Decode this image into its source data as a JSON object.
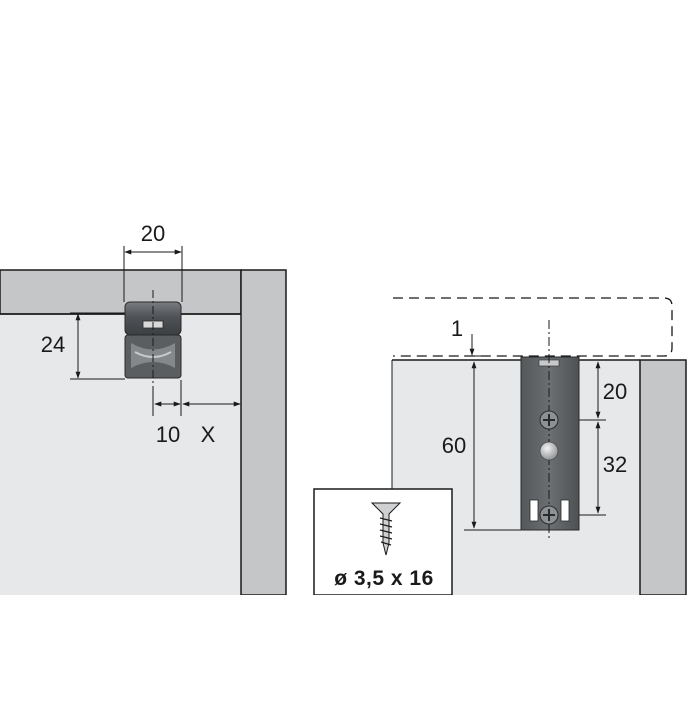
{
  "left_view": {
    "dim_width": "20",
    "dim_height": "24",
    "dim_offset": "10",
    "dim_variable": "X"
  },
  "right_view": {
    "dim_gap": "1",
    "dim_depth": "60",
    "dim_upper": "20",
    "dim_spacing": "32"
  },
  "screw_box": {
    "label": "ø 3,5 x 16"
  }
}
